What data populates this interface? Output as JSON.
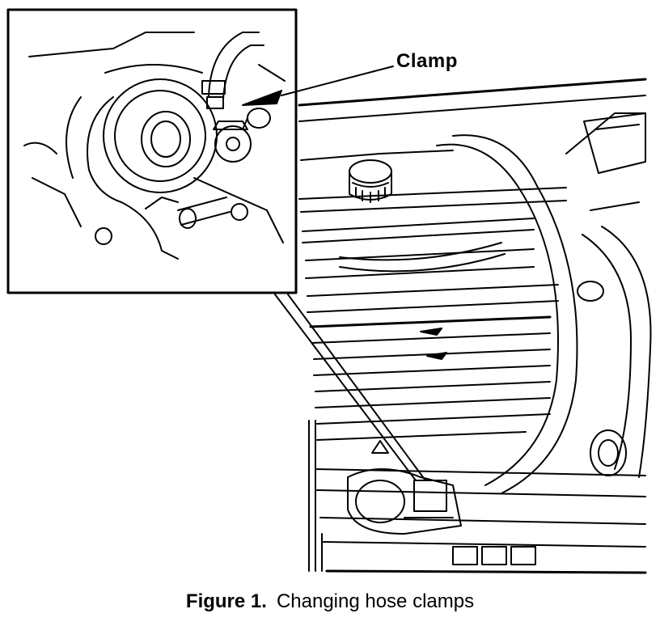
{
  "callout": {
    "label": "Clamp"
  },
  "caption": {
    "number": "Figure 1.",
    "text": "Changing hose clamps"
  }
}
